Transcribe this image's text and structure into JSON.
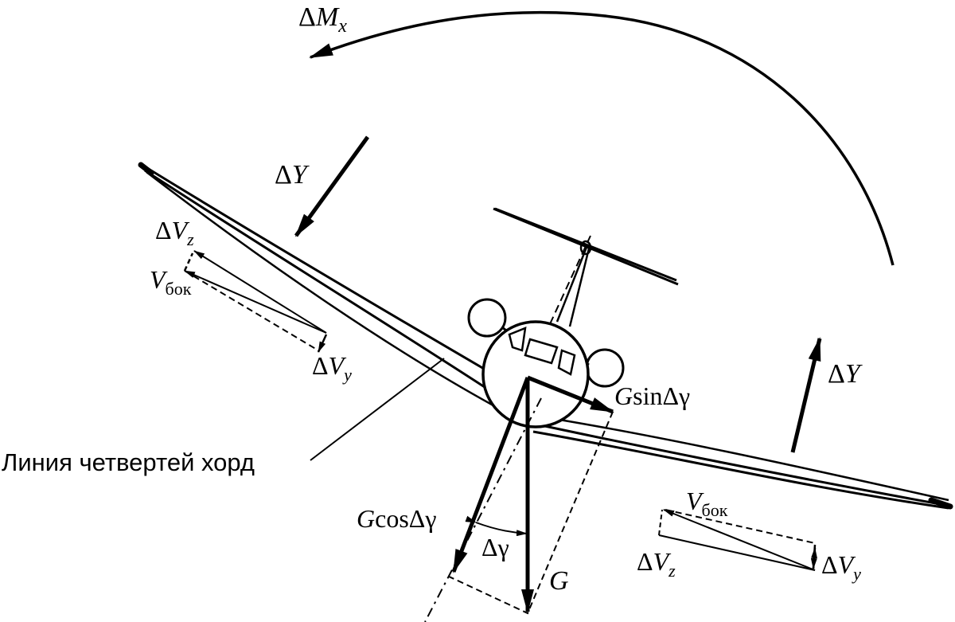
{
  "labels": {
    "moment": {
      "delta": "Δ",
      "symbol": "M",
      "sub": "x"
    },
    "lift_left": {
      "delta": "Δ",
      "symbol": "Y"
    },
    "lift_right": {
      "delta": "Δ",
      "symbol": "Y"
    },
    "dvz_left": {
      "delta": "Δ",
      "symbol": "V",
      "sub": "z"
    },
    "vbok_left": {
      "symbol": "V",
      "sub": "бок"
    },
    "dvy_left": {
      "delta": "Δ",
      "symbol": "V",
      "sub": "y"
    },
    "vbok_right": {
      "symbol": "V",
      "sub": "бок"
    },
    "dvz_right": {
      "delta": "Δ",
      "symbol": "V",
      "sub": "z"
    },
    "dvy_right": {
      "delta": "Δ",
      "symbol": "V",
      "sub": "y"
    },
    "gsin": {
      "symbol": "G",
      "rest": "sinΔγ"
    },
    "gcos": {
      "symbol": "G",
      "rest": "cosΔγ"
    },
    "gamma": "Δγ",
    "weight": "G",
    "quarter_chord": "Линия четвертей хорд"
  },
  "colors": {
    "ink": "#000000",
    "paper": "#ffffff"
  }
}
